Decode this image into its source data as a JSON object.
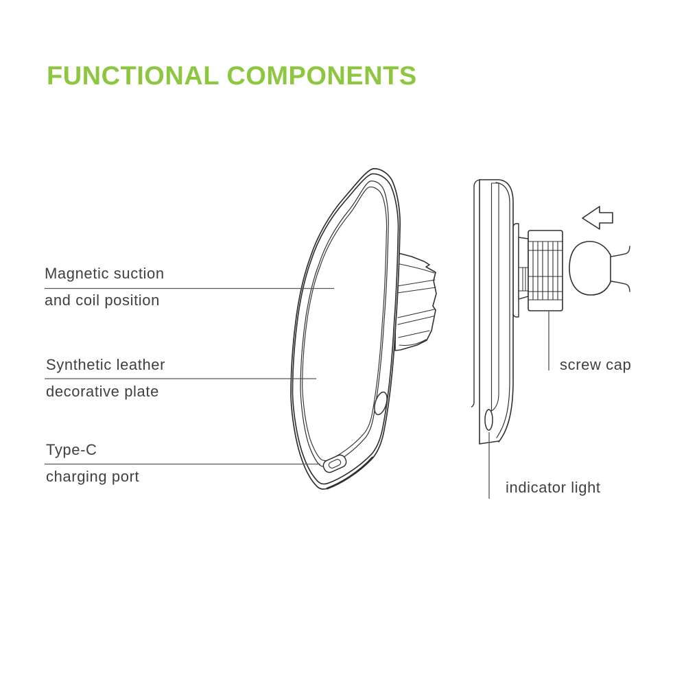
{
  "title": {
    "text": "FUNCTIONAL COMPONENTS",
    "color": "#8dc63f"
  },
  "callouts": {
    "magnetic_suction": {
      "line1": "Magnetic suction",
      "line2": "and coil position"
    },
    "synthetic_leather": {
      "line1": "Synthetic leather",
      "line2": "decorative plate"
    },
    "type_c": {
      "line1": "Type-C",
      "line2": "charging port"
    },
    "screw_cap": {
      "label": "screw cap"
    },
    "indicator_light": {
      "label": "indicator light"
    }
  },
  "icons": {
    "arrow": "left-arrow-icon"
  },
  "colors": {
    "accent_green": "#8dc63f",
    "line_art": "#2f2f2f",
    "label_text": "#3f3f3f",
    "leader_line": "#555555",
    "shade_gray": "#d4d4d4",
    "background": "#ffffff"
  }
}
